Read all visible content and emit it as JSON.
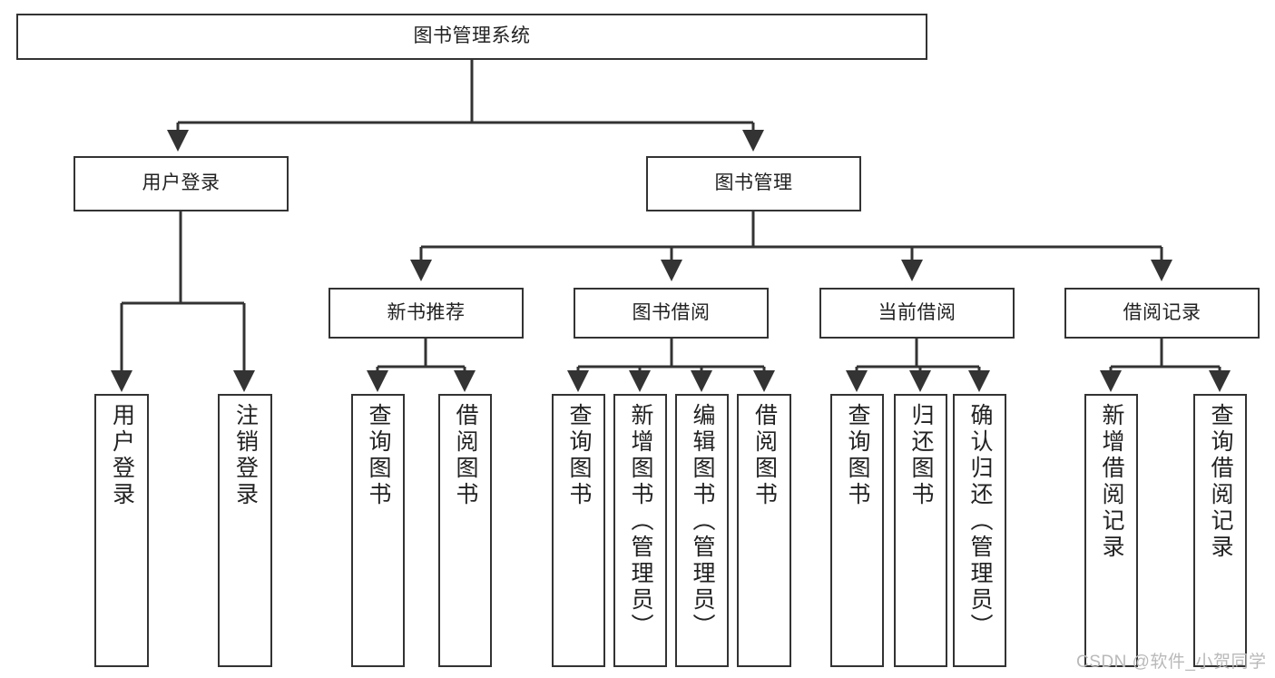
{
  "diagram": {
    "title": "图书管理系统",
    "type": "tree-hierarchy-chart",
    "colors": {
      "background": "#ffffff",
      "box_border": "#333333",
      "box_fill": "#ffffff",
      "connector": "#333333",
      "text": "#222222",
      "watermark": "#b9b9b9"
    },
    "root": {
      "label": "图书管理系统"
    },
    "level1": [
      {
        "label": "用户登录"
      },
      {
        "label": "图书管理"
      }
    ],
    "level2": [
      {
        "label": "新书推荐"
      },
      {
        "label": "图书借阅"
      },
      {
        "label": "当前借阅"
      },
      {
        "label": "借阅记录"
      }
    ],
    "leaves": {
      "user_login": [
        {
          "label": "用户登录"
        },
        {
          "label": "注销登录"
        }
      ],
      "new_book_recommend": [
        {
          "label": "查询图书"
        },
        {
          "label": "借阅图书"
        }
      ],
      "book_borrow": [
        {
          "label": "查询图书"
        },
        {
          "label": "新增图书（管理员）"
        },
        {
          "label": "编辑图书（管理员）"
        },
        {
          "label": "借阅图书"
        }
      ],
      "current_borrow": [
        {
          "label": "查询图书"
        },
        {
          "label": "归还图书"
        },
        {
          "label": "确认归还（管理员）"
        }
      ],
      "borrow_record": [
        {
          "label": "新增借阅记录"
        },
        {
          "label": "查询借阅记录"
        }
      ]
    }
  },
  "watermark": {
    "text": "CSDN @软件_小贺同学"
  }
}
